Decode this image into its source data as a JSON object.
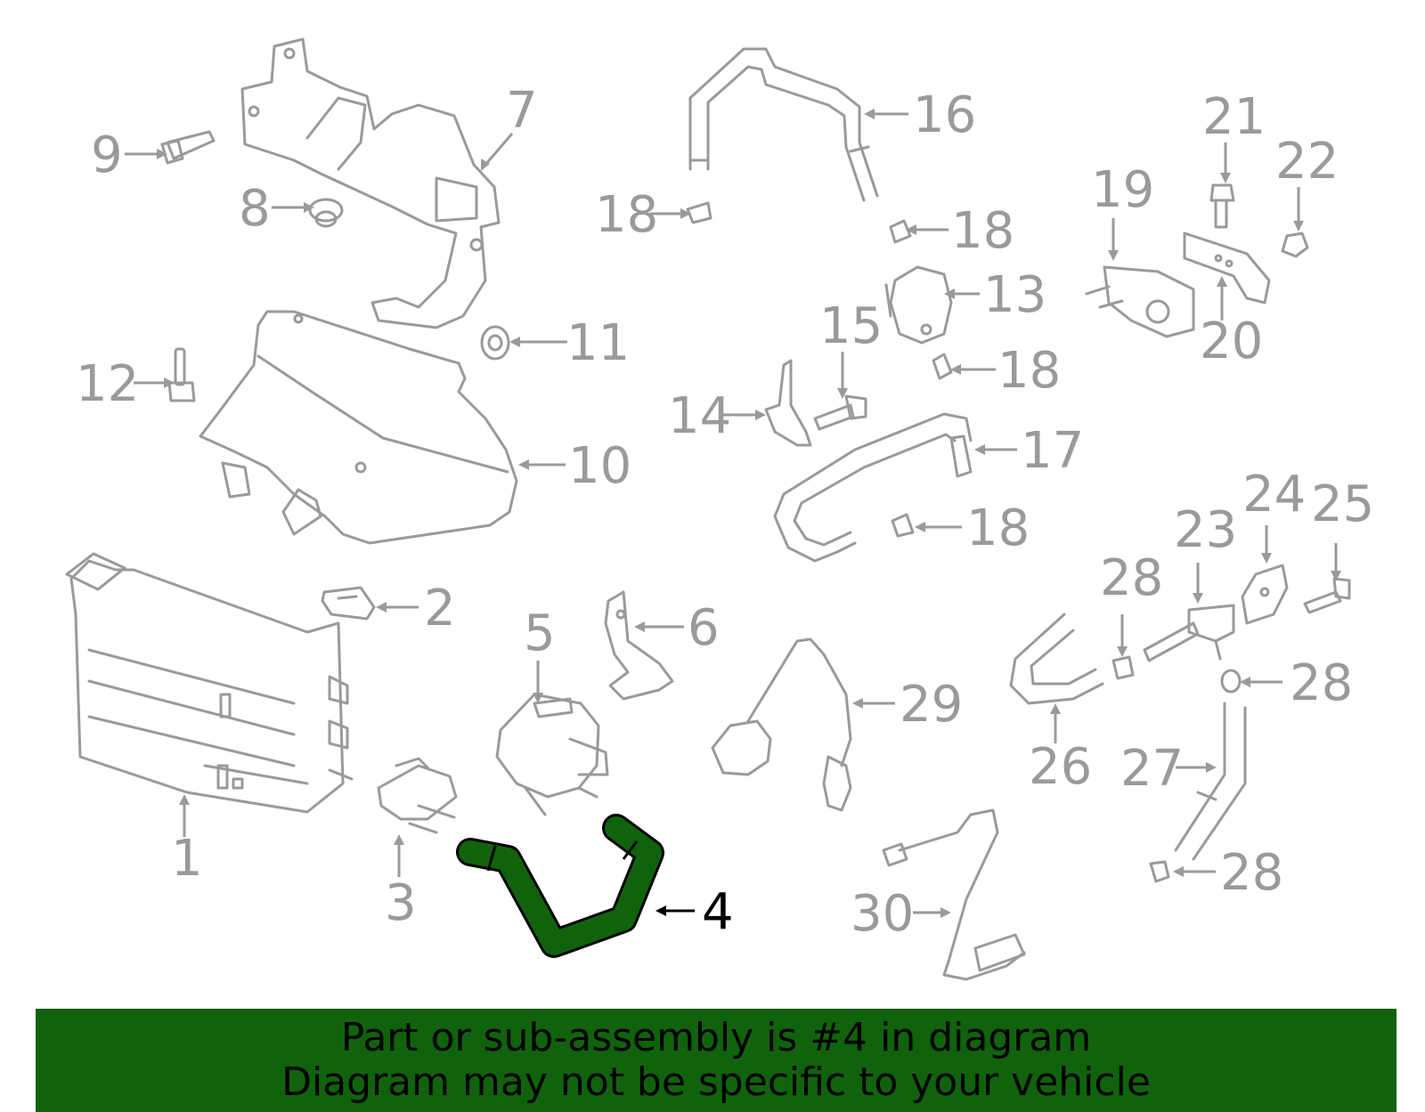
{
  "diagram": {
    "highlighted_part": "4",
    "highlight_color": "#11620d",
    "part_color": "#9a9a9a",
    "callouts": {
      "c1": "1",
      "c2": "2",
      "c3": "3",
      "c4": "4",
      "c5": "5",
      "c6": "6",
      "c7": "7",
      "c8": "8",
      "c9": "9",
      "c10": "10",
      "c11": "11",
      "c12": "12",
      "c13": "13",
      "c14": "14",
      "c15": "15",
      "c16": "16",
      "c17": "17",
      "c18a": "18",
      "c18b": "18",
      "c18c": "18",
      "c18d": "18",
      "c19": "19",
      "c20": "20",
      "c21": "21",
      "c22": "22",
      "c23": "23",
      "c24": "24",
      "c25": "25",
      "c26": "26",
      "c27": "27",
      "c28a": "28",
      "c28b": "28",
      "c28c": "28",
      "c29": "29",
      "c30": "30"
    }
  },
  "banner": {
    "line1": "Part or sub-assembly is #4 in diagram",
    "line2": "Diagram may not be specific to your vehicle",
    "background": "#11620d"
  }
}
